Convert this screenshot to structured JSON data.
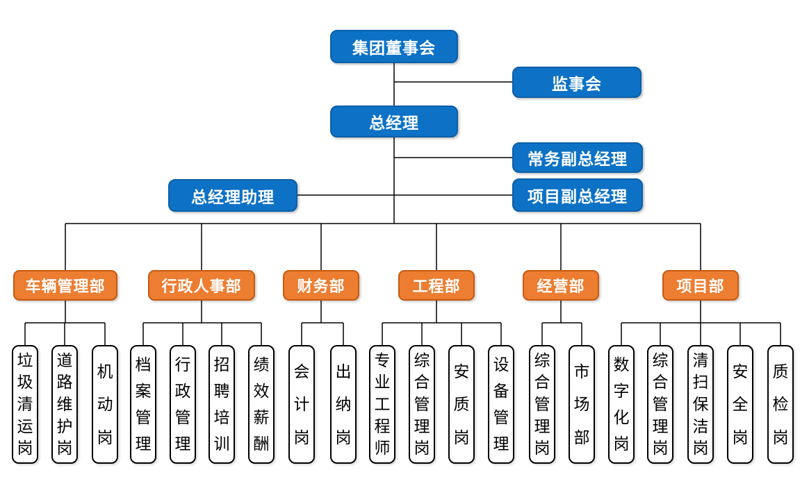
{
  "colors": {
    "background": "#FFFFFF",
    "node_blue": "#0D72C5",
    "node_blue_border": "#0A5FA8",
    "node_orange": "#ED7D31",
    "node_orange_border": "#C55A11",
    "position_border": "#000000",
    "position_text": "#000000",
    "text_on_color": "#FFFFFF",
    "connector": "#000000"
  },
  "top_nodes": {
    "board": "集团董事会",
    "supervisory": "监事会",
    "general_manager": "总经理",
    "executive_deputy_gm": "常务副总经理",
    "gm_assistant": "总经理助理",
    "project_deputy_gm": "项目副总经理"
  },
  "departments": [
    {
      "label": "车辆管理部",
      "positions": [
        "垃圾清运岗",
        "道路维护岗",
        "机动岗"
      ]
    },
    {
      "label": "行政人事部",
      "positions": [
        "档案管理",
        "行政管理",
        "招聘培训",
        "绩效薪酬"
      ]
    },
    {
      "label": "财务部",
      "positions": [
        "会计岗",
        "出纳岗"
      ]
    },
    {
      "label": "工程部",
      "positions": [
        "专业工程师",
        "综合管理岗",
        "安质岗",
        "设备管理"
      ]
    },
    {
      "label": "经营部",
      "positions": [
        "综合管理岗",
        "市场部"
      ]
    },
    {
      "label": "项目部",
      "positions": [
        "数字化岗",
        "综合管理岗",
        "清扫保洁岗",
        "安全岗",
        "质检岗"
      ]
    }
  ]
}
